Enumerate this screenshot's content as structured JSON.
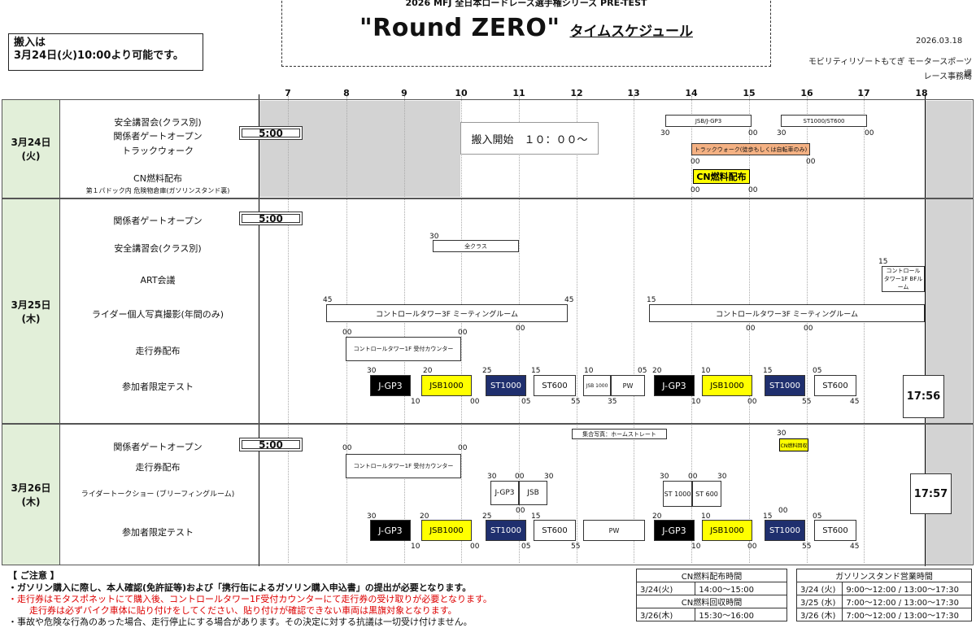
{
  "header": {
    "subtitle": "2026 MFJ 全日本ロードレース選手権シリーズ PRE-TEST",
    "title": "\"Round ZERO\"",
    "title_suffix": "タイムスケジュール",
    "date": "2026.03.18",
    "org1": "モビリティリゾートもてぎ モータースポーツ課",
    "org2": "レース事務局"
  },
  "notice": {
    "line1": "搬入は",
    "line2": "3月24日(火)10:00より可能です。"
  },
  "hours": [
    "7",
    "8",
    "9",
    "10",
    "11",
    "12",
    "13",
    "14",
    "15",
    "16",
    "17",
    "18"
  ],
  "days": {
    "d24": {
      "date": "3月24日",
      "dow": "(火)"
    },
    "d25": {
      "date": "3月25日",
      "dow": "(木)"
    },
    "d26": {
      "date": "3月26日",
      "dow": "(木)"
    }
  },
  "labels": {
    "safety": "安全講習会(クラス別)",
    "gate": "関係者ゲートオープン",
    "walk": "トラックウォーク",
    "cn": "CN燃料配布",
    "cn_sub": "第１パドック内 危険物倉庫(ガソリンスタンド裏)",
    "art": "ART会議",
    "photo": "ライダー個人写真撮影(年間のみ)",
    "ticket": "走行券配布",
    "test": "参加者限定テスト",
    "talk": "ライダートークショー (ブリーフィングルーム)"
  },
  "events": {
    "gate_time": "5:00",
    "carry_in": "搬入開始　１０：００～",
    "jsb_jgp3": "JSB/J-GP3",
    "st1000_st600": "ST1000/ST600",
    "walk_box": "トラックウォーク(徒歩もしくは自転車のみ)",
    "cn_box": "CN燃料配布",
    "all_class": "全クラス",
    "art_box": "コントロール タワー1F BFルーム",
    "control3f": "コントロールタワー3F ミーティングルーム",
    "control1f": "コントロールタワー1F 受付カウンター",
    "group_photo": "集合写真：ホームストレート",
    "cn_collect": "CN燃料回収",
    "sunset25": "17:56",
    "sunset26": "17:57",
    "st1000_talk": "ST 1000",
    "st600_talk": "ST 600"
  },
  "classes": {
    "jgp3": "J-GP3",
    "jsb": "JSB1000",
    "st1000": "ST1000",
    "st600": "ST600",
    "pw": "PW",
    "jsb_short": "JSB",
    "jgp3_talk": "J-GP3",
    "jsb_small": "JSB 1000"
  },
  "mins": {
    "m00": "00",
    "m05": "05",
    "m10": "10",
    "m15": "15",
    "m20": "20",
    "m25": "25",
    "m30": "30",
    "m35": "35",
    "m45": "45",
    "m55": "55"
  },
  "cn_table": {
    "h1": "CN燃料配布時間",
    "r1d": "3/24(火)",
    "r1t": "14:00～15:00",
    "h2": "CN燃料回収時間",
    "r2d": "3/26(木)",
    "r2t": "15:30～16:00"
  },
  "gas_table": {
    "h": "ガソリンスタンド営業時間",
    "r1d": "3/24 (火)",
    "r1t": "9:00～12:00 / 13:00～17:30",
    "r2d": "3/25 (水)",
    "r2t": "7:00～12:00 / 13:00～17:30",
    "r3d": "3/26 (木)",
    "r3t": "7:00～12:00 / 13:00～17:30"
  },
  "footer": {
    "title": "【 ご注意 】",
    "l1": "・ガソリン購入に際し、本人確認(免許証等)および「携行缶によるガソリン購入申込書」の提出が必要となります。",
    "l2": "・走行券はモタスポネットにて購入後、コントロールタワー1F受付カウンターにて走行券の受け取りが必要となります。",
    "l3": "走行券は必ずバイク車体に貼り付けをしてください、貼り付けが確認できない車両は黒旗対象となります。",
    "l4": "・事故や危険な行為のあった場合、走行停止にする場合があります。その決定に対する抗議は一切受け付けません。"
  }
}
